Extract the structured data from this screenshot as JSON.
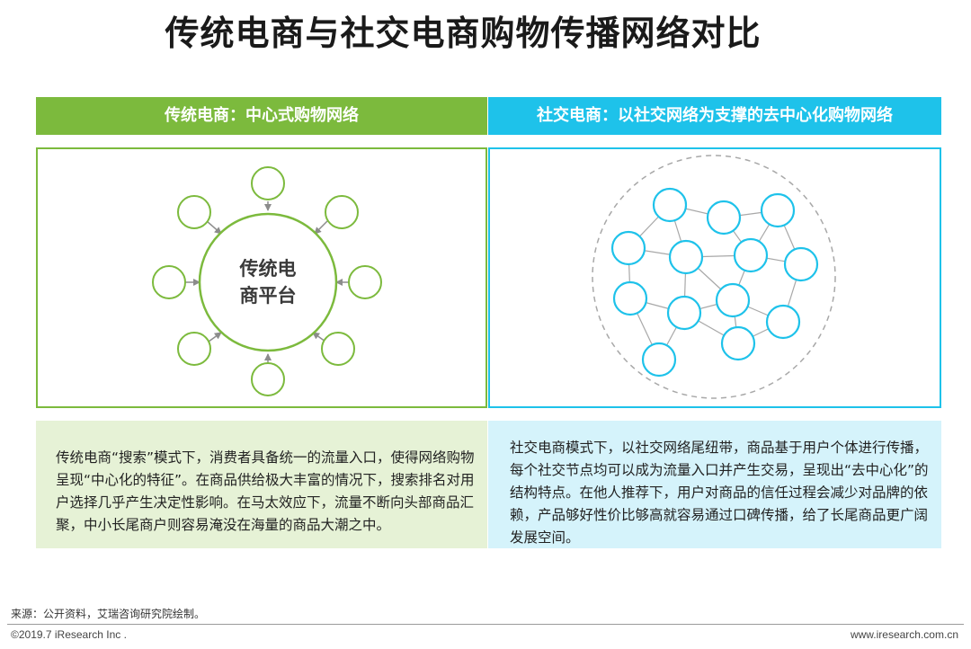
{
  "title": "传统电商与社交电商购物传播网络对比",
  "left": {
    "header": "传统电商：中心式购物网络",
    "center_label_line1": "传统电",
    "center_label_line2": "商平台",
    "description": "传统电商“搜索”模式下，消费者具备统一的流量入口，使得网络购物呈现“中心化的特征”。在商品供给极大丰富的情况下，搜索排名对用户选择几乎产生决定性影响。在马太效应下，流量不断向头部商品汇聚，中小长尾商户则容易淹没在海量的商品大潮之中。"
  },
  "right": {
    "header": "社交电商：以社交网络为支撑的去中心化购物网络",
    "description": "社交电商模式下，以社交网络尾纽带，商品基于用户个体进行传播，每个社交节点均可以成为流量入口并产生交易，呈现出“去中心化”的结构特点。在他人推荐下，用户对商品的信任过程会减少对品牌的依赖，产品够好性价比够高就容易通过口碑传播，给了长尾商品更广阔发展空间。"
  },
  "footer": {
    "source": "来源：公开资料，艾瑞咨询研究院绘制。",
    "copyright": "©2019.7 iResearch Inc .",
    "website": "www.iresearch.com.cn"
  },
  "colors": {
    "green": "#7cba3d",
    "cyan": "#1ec2ea",
    "gray_edge": "#a8a8a8",
    "arrow": "#8c8c8c"
  }
}
